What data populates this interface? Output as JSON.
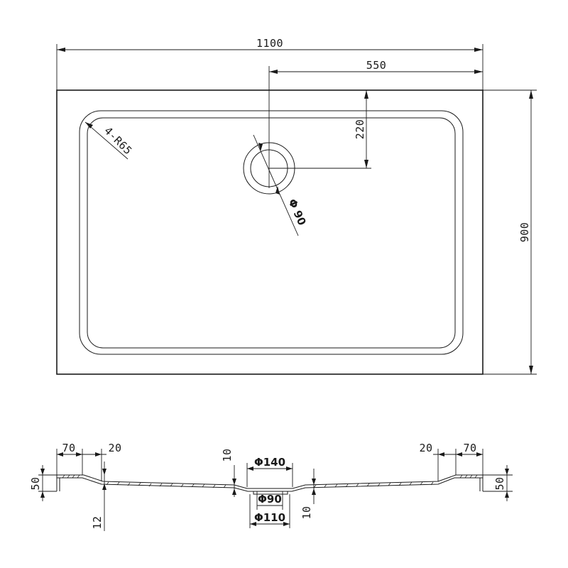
{
  "plan_view": {
    "width_label": "1100",
    "drain_offset_x_label": "550",
    "drain_offset_y_label": "220",
    "depth_label": "900",
    "drain_diameter_label": "Φ 90",
    "corner_radius_label": "4-R65"
  },
  "section_view": {
    "left_rim_label": "70",
    "left_step_label": "20",
    "right_step_label": "20",
    "right_rim_label": "70",
    "left_height_label": "50",
    "right_height_label": "50",
    "left_depth_label": "12",
    "drain_top_depth_label": "10",
    "drain_bottom_depth_label": "10",
    "drain_outer_label": "Φ140",
    "drain_inner_label": "Φ90",
    "drain_pipe_label": "Φ110"
  },
  "colors": {
    "ink": "#1a1a1a",
    "background": "#ffffff"
  }
}
